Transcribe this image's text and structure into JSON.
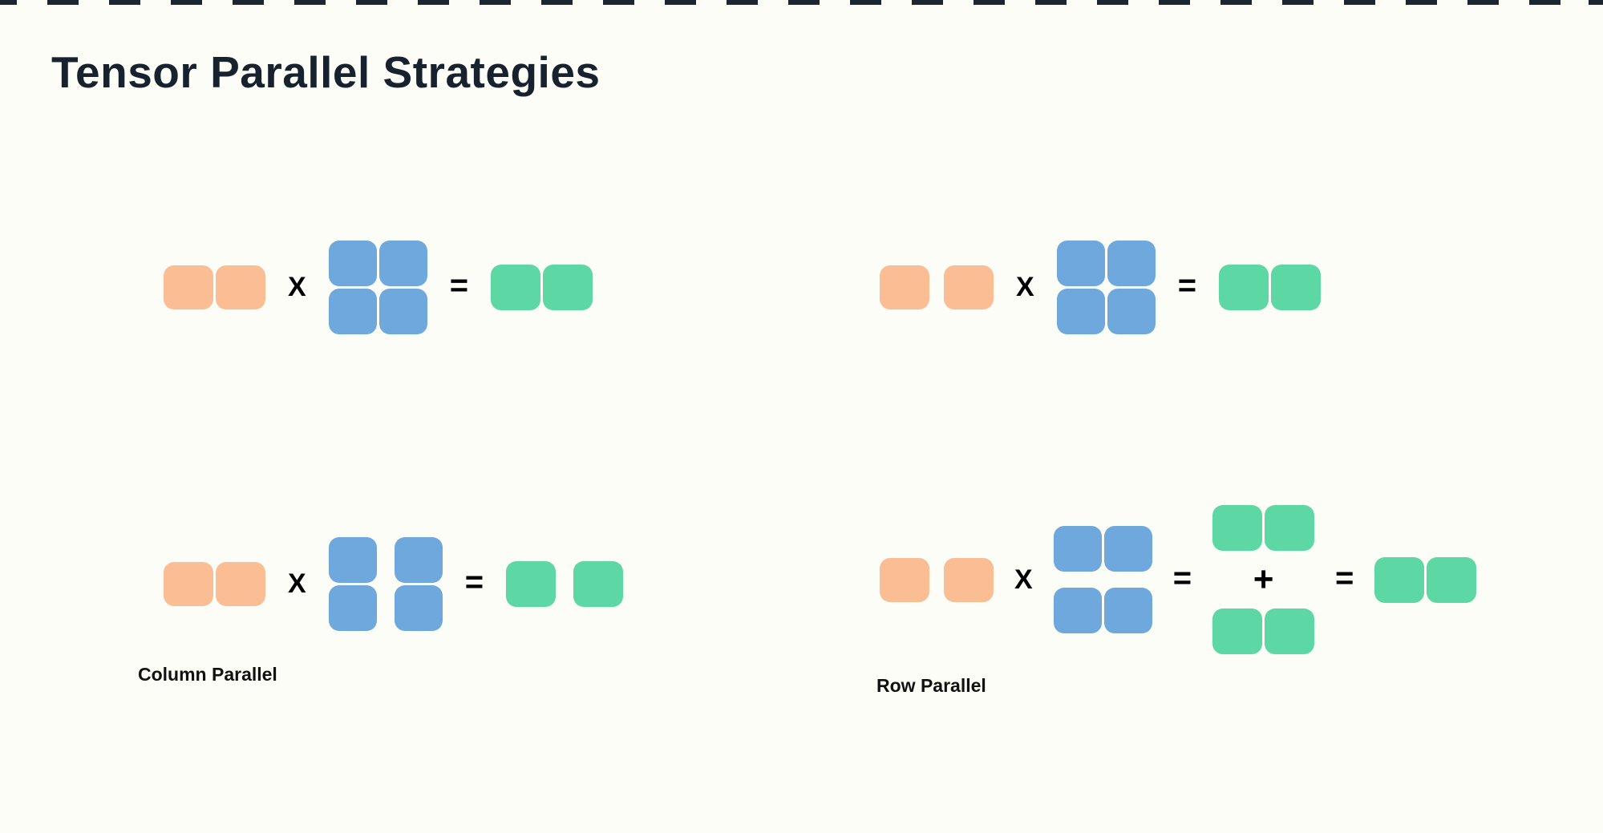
{
  "page": {
    "title": "Tensor Parallel Strategies",
    "background": "#FDFDF8"
  },
  "colors": {
    "input_block": "#FBBE94",
    "weight_block": "#6FA8DC",
    "output_block": "#5DD7A3",
    "title_text": "#17222E",
    "label_text": "#111111",
    "operator_text": "#000000",
    "top_strip": "#1C2630"
  },
  "operators": {
    "multiply": "X",
    "equals": "=",
    "plus": "+"
  },
  "labels": {
    "column_parallel": "Column Parallel",
    "row_parallel": "Row Parallel"
  }
}
